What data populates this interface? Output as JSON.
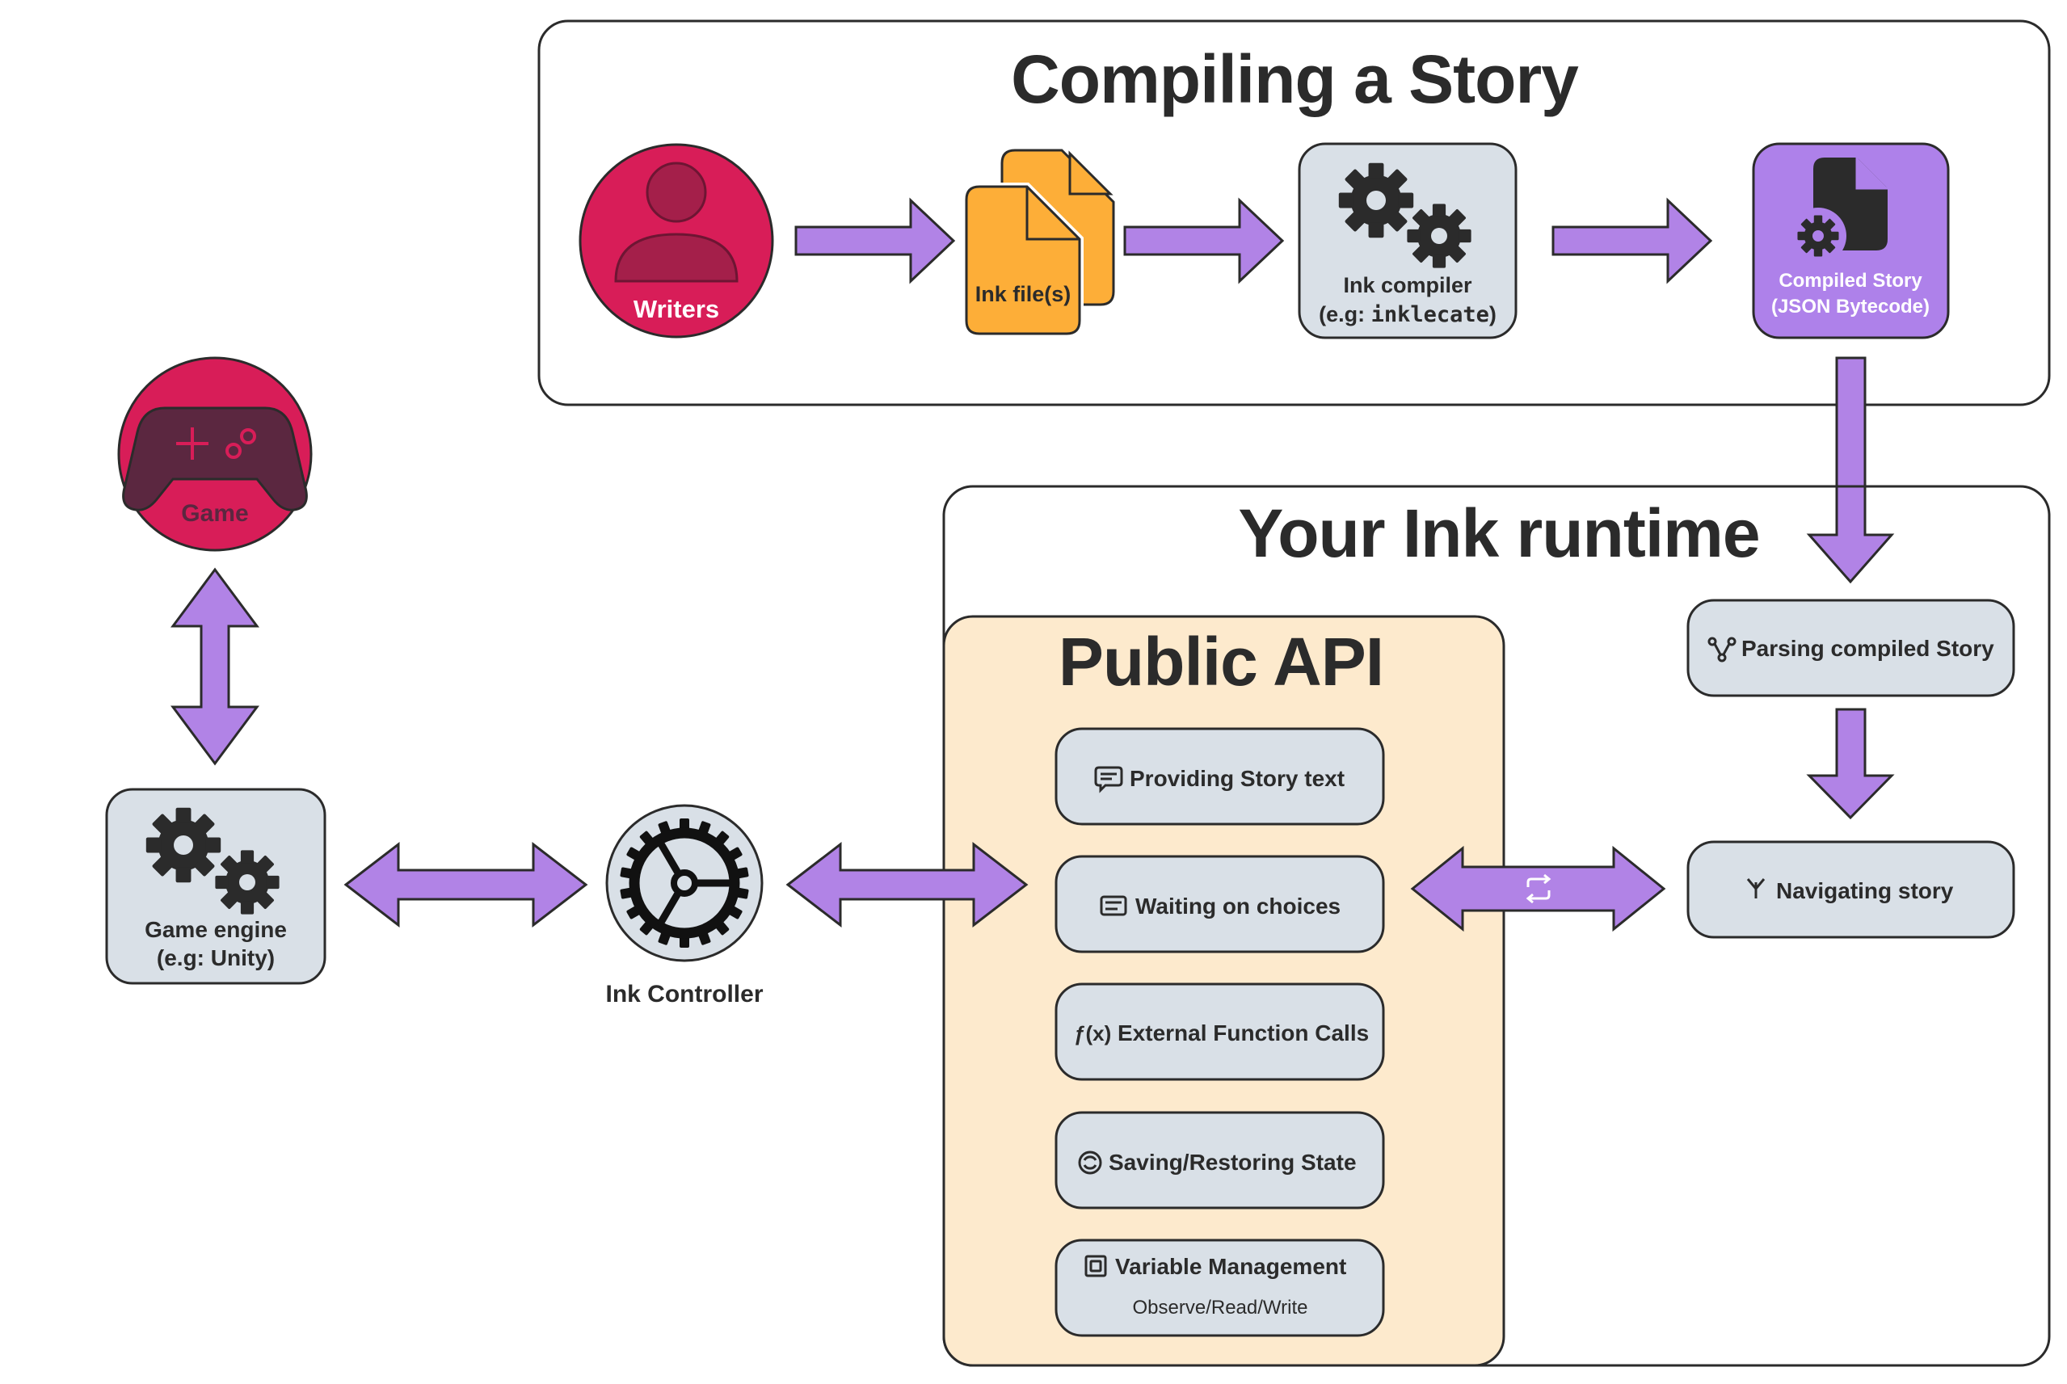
{
  "titles": {
    "compiling": "Compiling a Story",
    "runtime": "Your Ink runtime",
    "public_api": "Public API"
  },
  "nodes": {
    "writers": "Writers",
    "ink_files": "Ink file(s)",
    "ink_compiler_line1": "Ink compiler",
    "ink_compiler_line2_prefix": "(e.g: ",
    "ink_compiler_line2_code": "inklecate",
    "ink_compiler_line2_suffix": ")",
    "compiled_story_line1": "Compiled Story",
    "compiled_story_line2": "(JSON Bytecode)",
    "game": "Game",
    "game_engine_line1": "Game engine",
    "game_engine_line2": "(e.g: Unity)",
    "ink_controller": "Ink Controller",
    "parsing": "Parsing compiled Story",
    "navigating": "Navigating story"
  },
  "api_items": [
    {
      "label": "Providing Story text",
      "icon": "message-icon"
    },
    {
      "label": "Waiting on choices",
      "icon": "list-icon"
    },
    {
      "label": "External Function Calls",
      "icon": "function-icon",
      "icon_text": "ƒ(x)"
    },
    {
      "label": "Saving/Restoring State",
      "icon": "refresh-icon"
    },
    {
      "label": "Variable Management",
      "icon": "variable-icon",
      "sublabel": "Observe/Read/Write"
    }
  ],
  "colors": {
    "arrow": "#b183e6",
    "writers": "#d81d58",
    "game": "#d81d58",
    "ink_files": "#fdae38",
    "compiled_story": "#ae81ea",
    "node_gray": "#d9e0e7",
    "public_api_bg": "#fdeacd"
  }
}
